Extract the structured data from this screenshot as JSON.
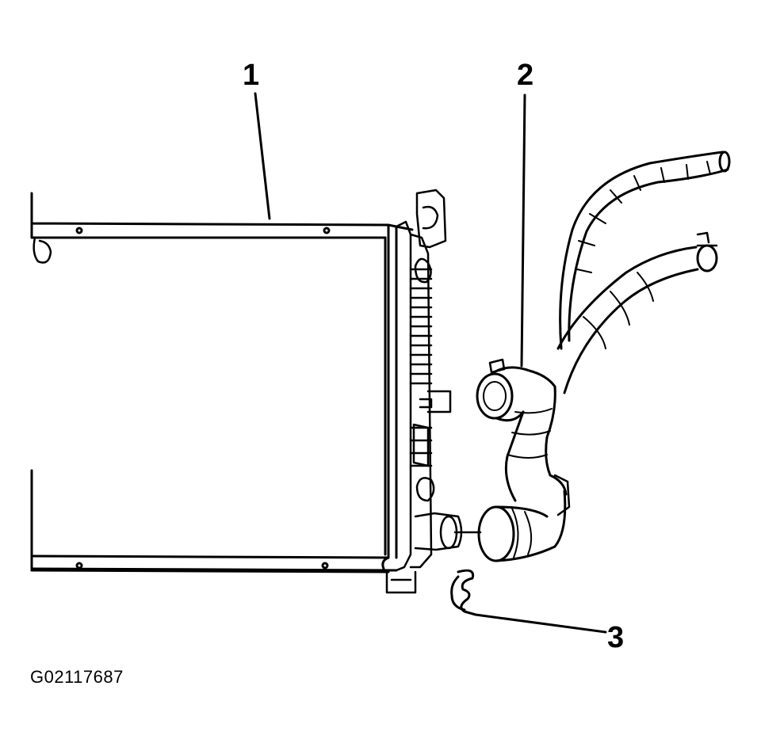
{
  "callouts": [
    {
      "id": "1",
      "label": "1"
    },
    {
      "id": "2",
      "label": "2"
    },
    {
      "id": "3",
      "label": "3"
    }
  ],
  "figure_id": "G02117687"
}
